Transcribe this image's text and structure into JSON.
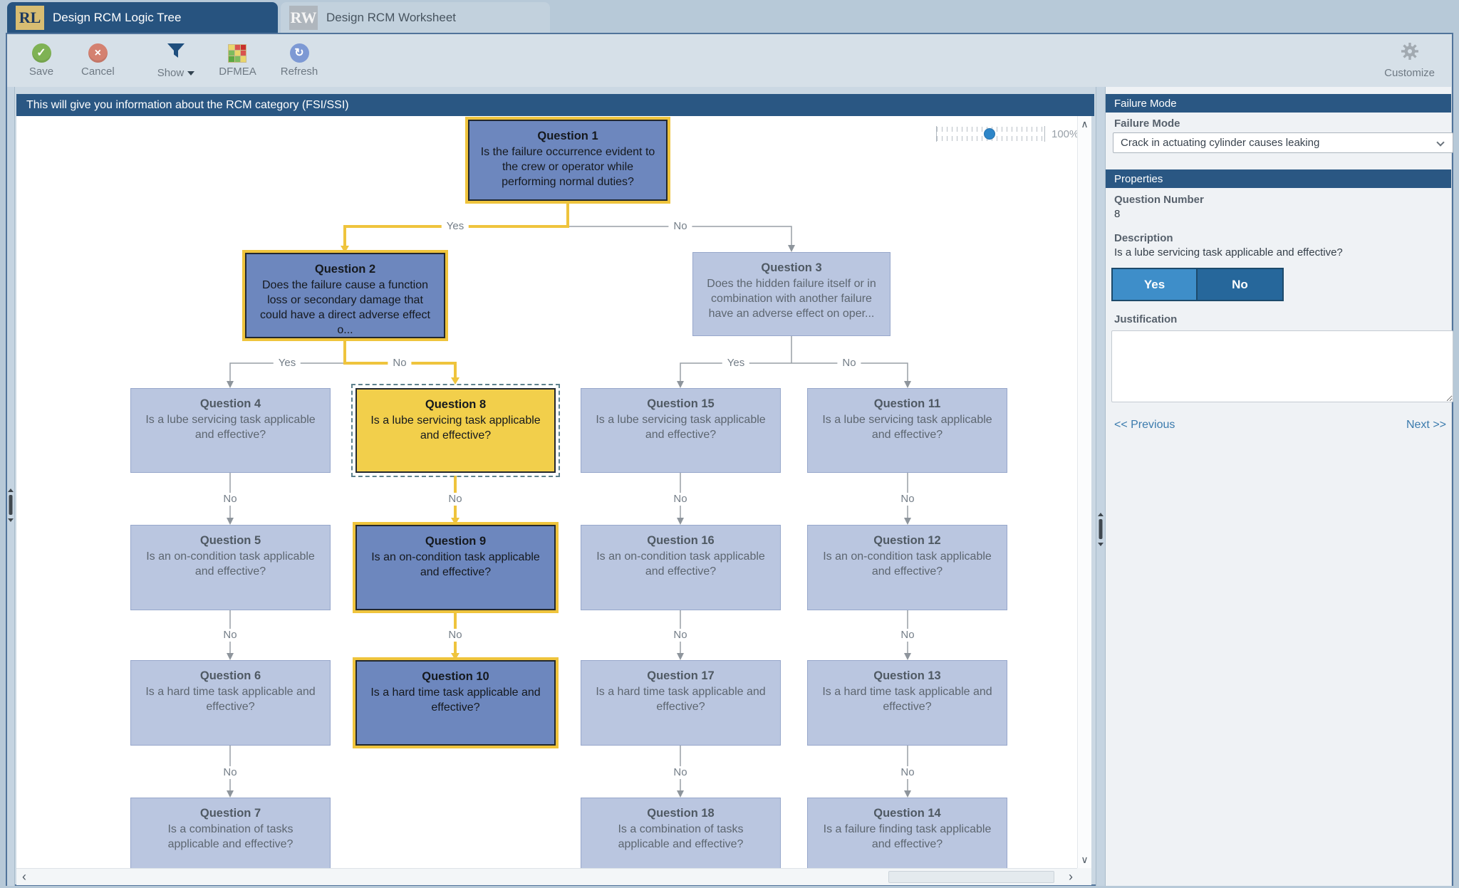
{
  "colors": {
    "header_blue": "#2A5783",
    "highlight_yellow": "#EFC43D",
    "visited_node_fill": "#6D87BE",
    "selected_node_fill": "#F2CF4B",
    "pending_node_fill": "#BAC6E0",
    "yes_button_blue": "#3E8EC9",
    "no_button_blue": "#26679B",
    "save_green": "#7FB254",
    "cancel_red": "#D48170"
  },
  "icons": {
    "check": "✓",
    "close": "×",
    "refresh": "↻",
    "chevron_up": "∧",
    "chevron_down": "∨",
    "chevron_left": "‹",
    "chevron_right": "›"
  },
  "tabs": [
    {
      "badge": "RL",
      "label": "Design RCM Logic Tree",
      "active": true
    },
    {
      "badge": "RW",
      "label": "Design RCM Worksheet",
      "active": false
    }
  ],
  "toolbar": {
    "save": "Save",
    "cancel": "Cancel",
    "show": "Show",
    "dfmea": "DFMEA",
    "refresh": "Refresh",
    "customize": "Customize"
  },
  "canvas": {
    "info_banner": "This will give you information about the RCM category (FSI/SSI)",
    "zoom_level": "100%",
    "labels": {
      "yes": "Yes",
      "no": "No"
    }
  },
  "tree": {
    "nodes": [
      {
        "title": "Question 1",
        "text": "Is the failure occurrence evident to the crew or operator while performing normal duties?",
        "state": "visited"
      },
      {
        "title": "Question 2",
        "text": "Does the failure cause a function loss or secondary damage that could have a direct adverse effect o...",
        "state": "visited"
      },
      {
        "title": "Question 3",
        "text": "Does the hidden failure itself or in combination with another failure have an adverse effect on oper...",
        "state": "pending"
      },
      {
        "title": "Question 4",
        "text": "Is a lube servicing task applicable and effective?",
        "state": "pending"
      },
      {
        "title": "Question 8",
        "text": "Is a lube servicing task applicable and effective?",
        "state": "selected"
      },
      {
        "title": "Question 15",
        "text": "Is a lube servicing task applicable and effective?",
        "state": "pending"
      },
      {
        "title": "Question 11",
        "text": "Is a lube servicing task applicable and effective?",
        "state": "pending"
      },
      {
        "title": "Question 5",
        "text": "Is an on-condition task applicable and effective?",
        "state": "pending"
      },
      {
        "title": "Question 9",
        "text": "Is an on-condition task applicable and effective?",
        "state": "visited"
      },
      {
        "title": "Question 16",
        "text": "Is an on-condition task applicable and effective?",
        "state": "pending"
      },
      {
        "title": "Question 12",
        "text": "Is an on-condition task applicable and effective?",
        "state": "pending"
      },
      {
        "title": "Question 6",
        "text": "Is a hard time task applicable and effective?",
        "state": "pending"
      },
      {
        "title": "Question 10",
        "text": "Is a hard time task applicable and effective?",
        "state": "visited"
      },
      {
        "title": "Question 17",
        "text": "Is a hard time task applicable and effective?",
        "state": "pending"
      },
      {
        "title": "Question 13",
        "text": "Is a hard time task applicable and effective?",
        "state": "pending"
      },
      {
        "title": "Question 7",
        "text": "Is a combination of tasks applicable and effective?",
        "state": "pending"
      },
      {
        "title": "Question 18",
        "text": "Is a combination of tasks applicable and effective?",
        "state": "pending"
      },
      {
        "title": "Question 14",
        "text": "Is a failure finding task applicable and effective?",
        "state": "pending"
      }
    ]
  },
  "panel": {
    "failure_mode_header": "Failure Mode",
    "failure_mode_label": "Failure Mode",
    "failure_mode_value": "Crack in actuating cylinder causes leaking",
    "properties_header": "Properties",
    "question_number_label": "Question Number",
    "question_number_value": "8",
    "description_label": "Description",
    "description_value": "Is a lube servicing task applicable and effective?",
    "yes_button": "Yes",
    "no_button": "No",
    "justification_label": "Justification",
    "justification_value": "",
    "previous_link": "<< Previous",
    "next_link": "Next >>"
  }
}
